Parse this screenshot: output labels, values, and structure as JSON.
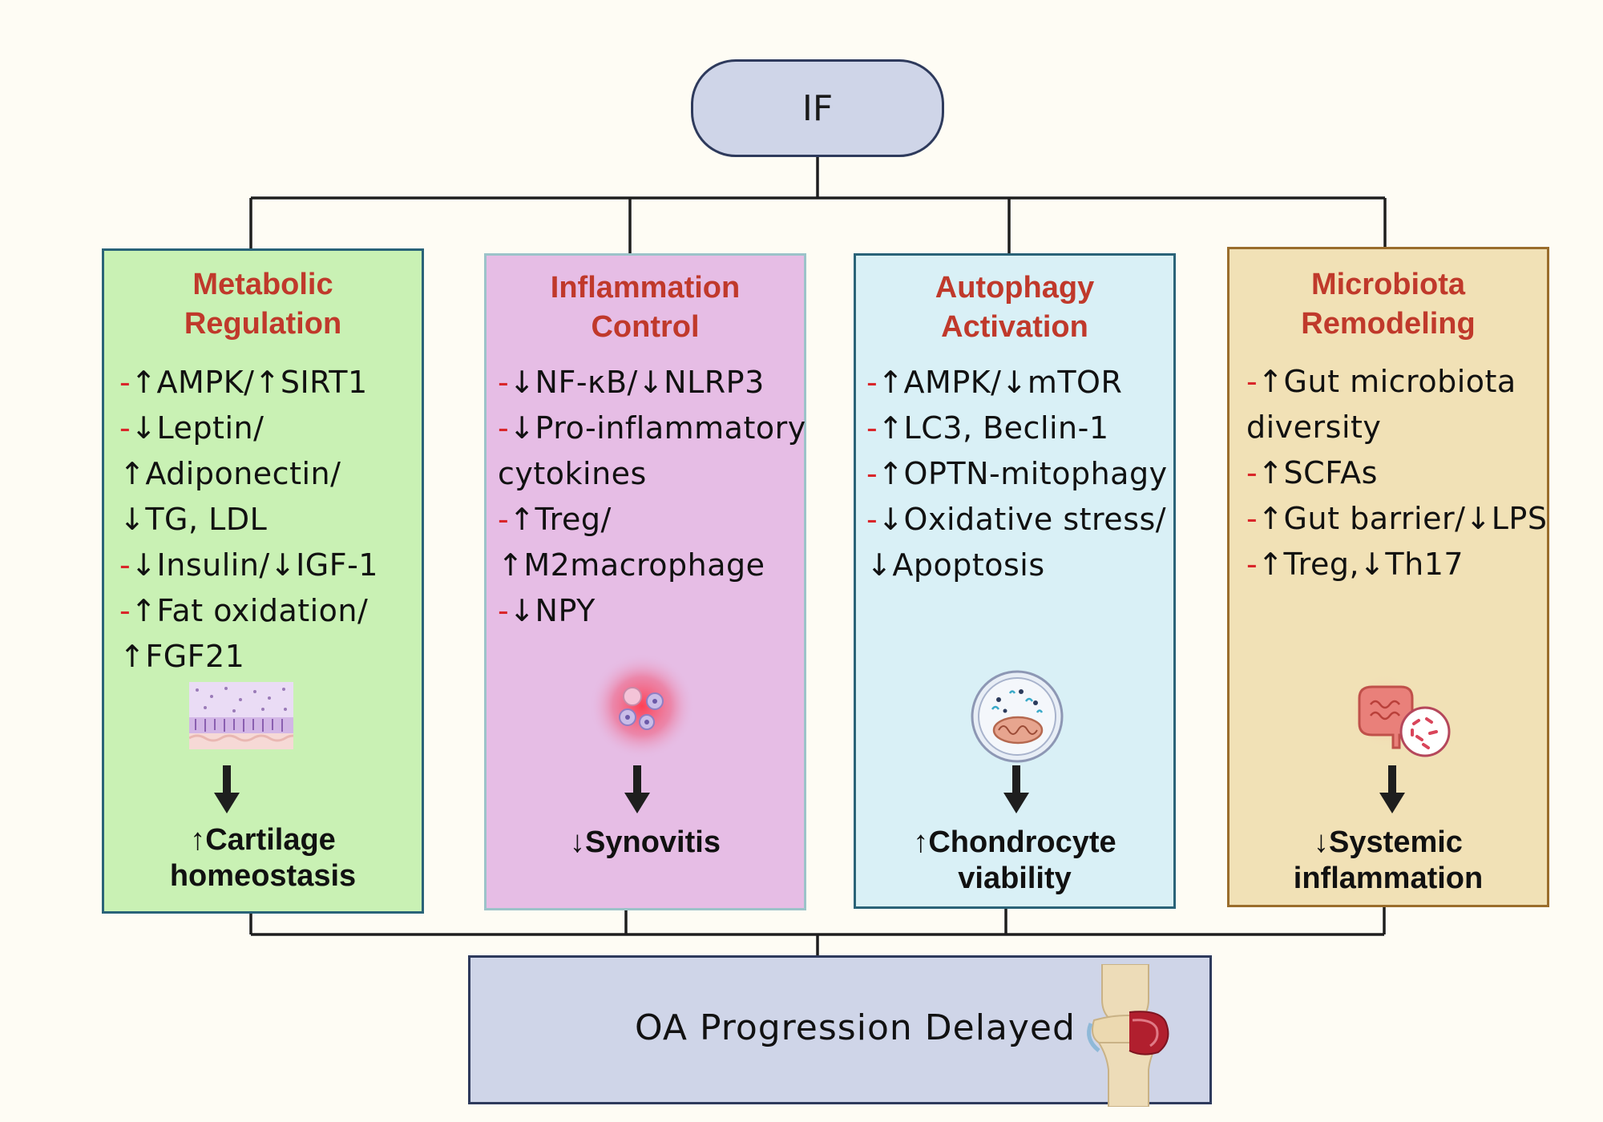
{
  "top_node": {
    "label": "IF"
  },
  "cards": [
    {
      "id": "metabolic",
      "title_lines": [
        "Metabolic",
        "Regulation"
      ],
      "lines": [
        {
          "dash": "-",
          "text": "↑AMPK/↑SIRT1"
        },
        {
          "dash": "-",
          "text": "↓Leptin/"
        },
        {
          "dash": "",
          "text": "↑Adiponectin/"
        },
        {
          "dash": "",
          "text": "↓TG, LDL"
        },
        {
          "dash": "-",
          "text": "↓Insulin/↓IGF-1"
        },
        {
          "dash": "-",
          "text": "↑Fat oxidation/"
        },
        {
          "dash": "",
          "text": "↑FGF21"
        }
      ],
      "icon": "cartilage-tissue-icon",
      "outcome_lines": [
        "↑Cartilage",
        "homeostasis"
      ],
      "fill": "#c9f1b4",
      "border": "#2a6378"
    },
    {
      "id": "inflammation",
      "title_lines": [
        "Inflammation",
        "Control"
      ],
      "lines": [
        {
          "dash": "-",
          "text": "↓NF-κB/↓NLRP3"
        },
        {
          "dash": "-",
          "text": "↓Pro-inflammatory"
        },
        {
          "dash": "",
          "text": "cytokines"
        },
        {
          "dash": "-",
          "text": "↑Treg/"
        },
        {
          "dash": "",
          "text": "↑M2macrophage"
        },
        {
          "dash": "-",
          "text": "↓NPY"
        }
      ],
      "icon": "inflamed-cells-icon",
      "outcome_lines": [
        "↓Synovitis"
      ],
      "fill": "#e6bde5",
      "border": "#9cc3c9"
    },
    {
      "id": "autophagy",
      "title_lines": [
        "Autophagy",
        "Activation"
      ],
      "lines": [
        {
          "dash": "-",
          "text": "↑AMPK/↓mTOR"
        },
        {
          "dash": "-",
          "text": "↑LC3, Beclin-1"
        },
        {
          "dash": "-",
          "text": "↑OPTN-mitophagy"
        },
        {
          "dash": "-",
          "text": "↓Oxidative stress/"
        },
        {
          "dash": "",
          "text": "↓Apoptosis"
        }
      ],
      "icon": "autophagosome-icon",
      "outcome_lines": [
        "↑Chondrocyte",
        "viability"
      ],
      "fill": "#d9f0f6",
      "border": "#2a6378"
    },
    {
      "id": "microbiota",
      "title_lines": [
        "Microbiota",
        "Remodeling"
      ],
      "lines": [
        {
          "dash": "-",
          "text": "↑Gut microbiota"
        },
        {
          "dash": "",
          "text": "diversity"
        },
        {
          "dash": "-",
          "text": "↑SCFAs"
        },
        {
          "dash": "-",
          "text": "↑Gut barrier/↓LPS"
        },
        {
          "dash": "-",
          "text": "↑Treg,↓Th17"
        }
      ],
      "icon": "gut-microbiota-icon",
      "outcome_lines": [
        "↓Systemic",
        "inflammation"
      ],
      "fill": "#f1e1b6",
      "border": "#9a6d2c"
    }
  ],
  "bottom_node": {
    "label": "OA Progression Delayed",
    "icon": "knee-joint-icon"
  },
  "colors": {
    "accent_red": "#c0392b",
    "dash_red": "#d9262a",
    "node_fill": "#cfd5e8",
    "node_border": "#2e3a5c"
  }
}
